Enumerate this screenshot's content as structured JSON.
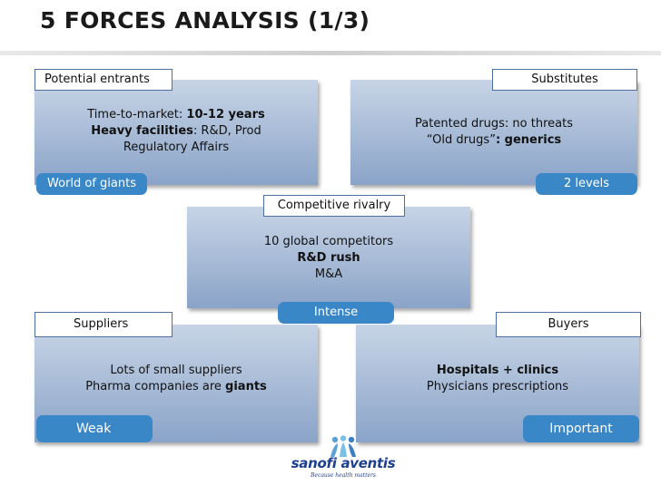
{
  "title": "5 FORCES ANALYSIS (1/3)",
  "entrants": {
    "label": "Potential entrants",
    "line1_a": "Time-to-market: ",
    "line1_b": "10-12 years",
    "line2_a": "Heavy facilities",
    "line2_b": ": R&D, Prod",
    "line3": "Regulatory Affairs",
    "badge": "World of giants"
  },
  "substitutes": {
    "label": "Substitutes",
    "line1": "Patented drugs: no threats",
    "line2_a": "“Old drugs”",
    "line2_b": ": generics",
    "badge": "2 levels"
  },
  "rivalry": {
    "label": "Competitive rivalry",
    "line1": "10 global competitors",
    "line2": "R&D rush",
    "line3": "M&A",
    "badge": "Intense"
  },
  "suppliers": {
    "label": "Suppliers",
    "line1": "Lots of small suppliers",
    "line2_a": "Pharma companies are ",
    "line2_b": "giants",
    "badge": "Weak"
  },
  "buyers": {
    "label": "Buyers",
    "line1": "Hospitals + clinics",
    "line2": "Physicians prescriptions",
    "badge": "Important"
  },
  "logo": {
    "name": "sanofi aventis",
    "tagline": "Because health matters"
  },
  "colors": {
    "badge": "#3a87c8",
    "box_top": "#c7d4e6",
    "box_bottom": "#8aa3c8",
    "label_border": "#4d6f9e",
    "logo_blue": "#1d3f8f"
  }
}
